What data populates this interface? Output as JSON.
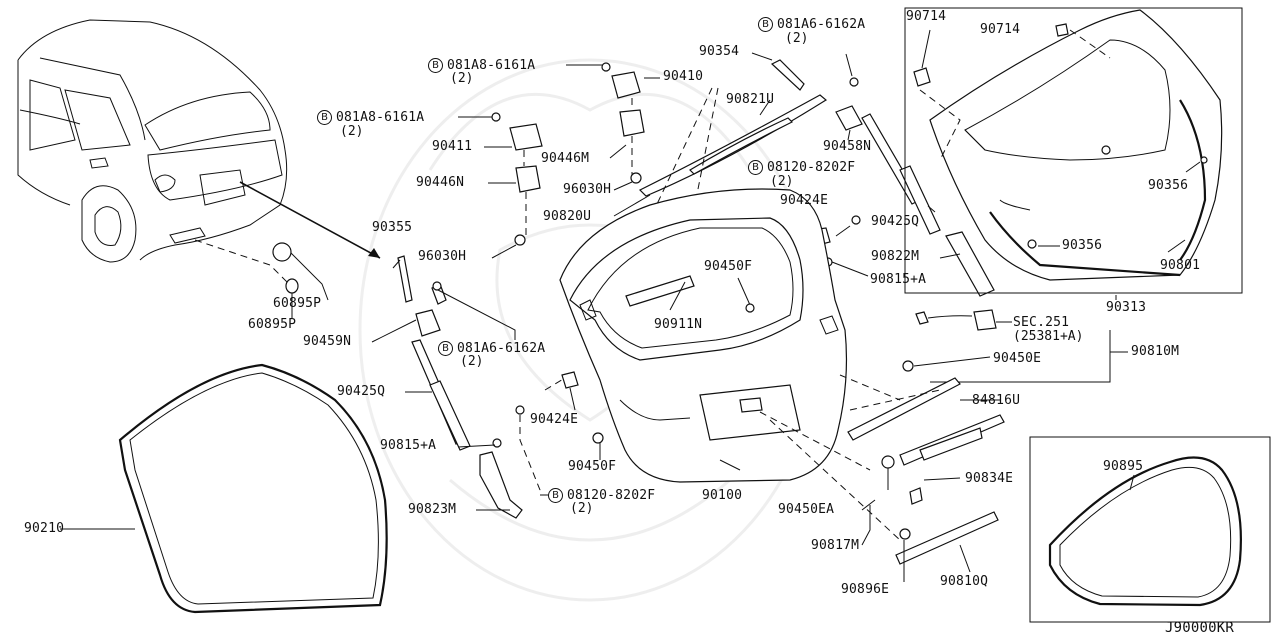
{
  "diagram_code": "J90000KR",
  "callouts": {
    "p90714a": "90714",
    "p90714b": "90714",
    "p081A6_6162A_top": "081A6-6162A",
    "p081A6_6162A_top_qty": "(2)",
    "p90354": "90354",
    "p081A8_6161A_a": "081A8-6161A",
    "p081A8_6161A_a_qty": "(2)",
    "p90410": "90410",
    "p90821U": "90821U",
    "p081A8_6161A_b": "081A8-6161A",
    "p081A8_6161A_b_qty": "(2)",
    "p90411": "90411",
    "p90446M": "90446M",
    "p90458N": "90458N",
    "p08120_8202F_top": "08120-8202F",
    "p08120_8202F_top_qty": "(2)",
    "p90356a": "90356",
    "p90446N": "90446N",
    "p96030H_a": "96030H",
    "p90424E_a": "90424E",
    "p90820U": "90820U",
    "p90425Q_a": "90425Q",
    "p90355": "90355",
    "p96030H_b": "96030H",
    "p90822M": "90822M",
    "p90356b": "90356",
    "p90801": "90801",
    "p90450F_a": "90450F",
    "p90815A_a": "90815+A",
    "p60895P_a": "60895P",
    "p60895P_b": "60895P",
    "p90313": "90313",
    "p90911N": "90911N",
    "p90459N": "90459N",
    "p081A6_6162A_b": "081A6-6162A",
    "p081A6_6162A_b_qty": "(2)",
    "sec251": "SEC.251",
    "sec251_ref": "(25381+A)",
    "p90810M": "90810M",
    "p90450E": "90450E",
    "p90425Q_b": "90425Q",
    "p84816U": "84816U",
    "p90424E_b": "90424E",
    "p90815A_b": "90815+A",
    "p90450F_b": "90450F",
    "p90895": "90895",
    "p90834E": "90834E",
    "p08120_8202F_b": "08120-8202F",
    "p08120_8202F_b_qty": "(2)",
    "p90100": "90100",
    "p90823M": "90823M",
    "p90450EA": "90450EA",
    "p90210": "90210",
    "p90817M": "90817M",
    "p90896E": "90896E",
    "p90810Q": "90810Q"
  },
  "bolt_marker": "B"
}
